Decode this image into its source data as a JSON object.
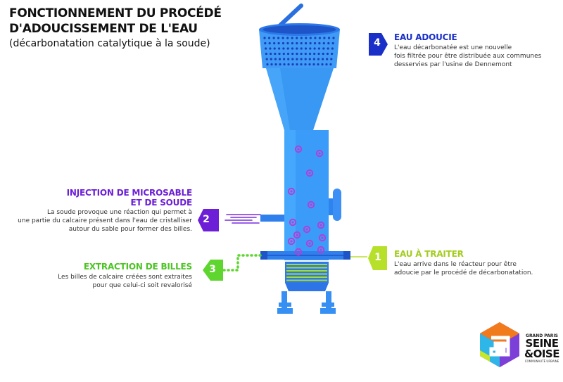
{
  "header": {
    "title_line1": "FONCTIONNEMENT DU PROCÉDÉ",
    "title_line2": "D'ADOUCISSEMENT DE L'EAU",
    "subtitle": "(décarbonatation catalytique à la soude)"
  },
  "steps": [
    {
      "number": "1",
      "heading": "EAU À TRAITER",
      "lines": [
        "L'eau arrive dans le réacteur pour être",
        "adoucie par le procédé de décarbonatation."
      ],
      "color": "#b6e02a"
    },
    {
      "number": "2",
      "heading_lines": [
        "INJECTION DE MICROSABLE",
        "ET DE SOUDE"
      ],
      "lines": [
        "La soude provoque une réaction qui permet à",
        "une partie du calcaire présent dans l'eau de cristalliser",
        "autour du sable pour former des billes."
      ],
      "color": "#6c1fd6"
    },
    {
      "number": "3",
      "heading": "EXTRACTION DE BILLES",
      "lines": [
        "Les billes de calcaire créées sont extraites",
        "pour que celui-ci soit revalorisé"
      ],
      "color": "#5ed62f"
    },
    {
      "number": "4",
      "heading": "EAU ADOUCIE",
      "lines": [
        "L'eau décarbonatée est une nouvelle",
        "fois filtrée pour être distribuée aux communes",
        "desservies par l'usine de Dennemont"
      ],
      "color": "#1a2fc8"
    }
  ],
  "colors": {
    "reactor_blue": "#2e7ff0",
    "reactor_light": "#3fa2ff",
    "reactor_dark": "#1d5fd0",
    "bead": "#b13fd8",
    "pipe": "#2a55c9"
  },
  "logo": {
    "top": "GRAND PARIS",
    "line1": "SEINE",
    "line2": "&OISE",
    "bottom": "COMMUNAUTÉ URBAINE"
  }
}
